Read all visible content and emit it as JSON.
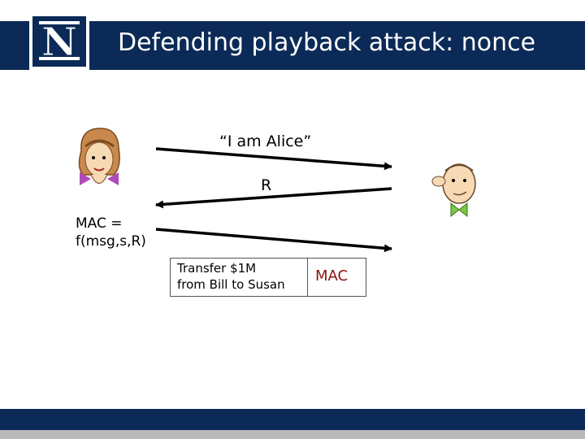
{
  "slide": {
    "title": "Defending playback attack: nonce",
    "logo_letter": "N"
  },
  "diagram": {
    "message_1": "“I am Alice”",
    "message_2": "R",
    "mac_formula": {
      "line_1": "MAC =",
      "line_2": "f(msg,s,R)"
    },
    "message_3": {
      "body_line_1": "Transfer $1M",
      "body_line_2": "from Bill to Susan",
      "tag": "MAC"
    },
    "actors": [
      "alice-icon",
      "bob-icon"
    ]
  },
  "colors": {
    "header": "#0b2a57",
    "footer_gray": "#b9b9b9",
    "mac_tag": "#8b1010"
  }
}
